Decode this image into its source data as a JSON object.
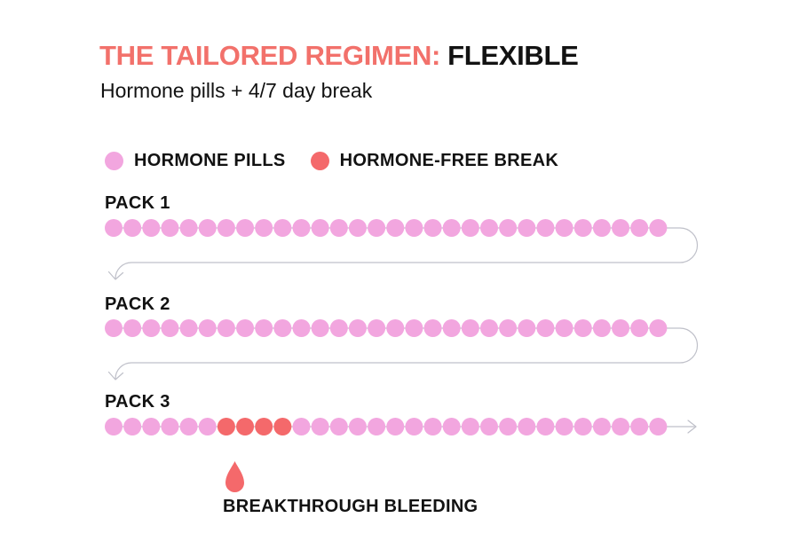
{
  "title": {
    "highlight": "THE TAILORED REGIMEN:",
    "rest": "FLEXIBLE"
  },
  "subtitle": "Hormone pills + 4/7 day break",
  "legend": [
    {
      "label": "HORMONE PILLS",
      "key": "pill"
    },
    {
      "label": "HORMONE-FREE BREAK",
      "key": "break"
    }
  ],
  "colors": {
    "accent": "#F2716B",
    "pill": "#F2A6DF",
    "break": "#F4696B",
    "arrow": "#BFC0C9",
    "text": "#121212",
    "background": "#FFFFFF"
  },
  "packs": [
    {
      "label": "PACK 1",
      "total_pills": 30,
      "break_pills": [],
      "flow": "wraps-to-next-pack"
    },
    {
      "label": "PACK 2",
      "total_pills": 30,
      "break_pills": [],
      "flow": "wraps-to-next-pack"
    },
    {
      "label": "PACK 3",
      "total_pills": 30,
      "break_pills": [
        7,
        8,
        9,
        10
      ],
      "flow": "continues"
    }
  ],
  "annotation": {
    "label": "BREAKTHROUGH BLEEDING",
    "icon": "blood-drop"
  }
}
